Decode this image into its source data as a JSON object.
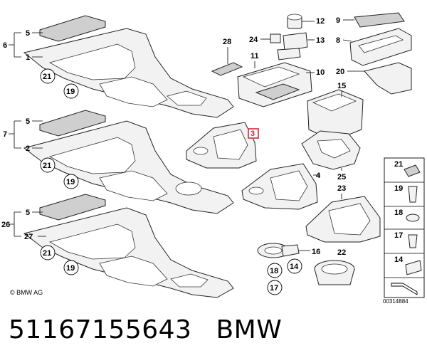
{
  "labels": {
    "l5a": "5",
    "l6": "6",
    "l1": "1",
    "l21a": "21",
    "l19a": "19",
    "l5b": "5",
    "l7": "7",
    "l2": "2",
    "l21b": "21",
    "l19b": "19",
    "l5c": "5",
    "l26": "26",
    "l27": "27",
    "l21c": "21",
    "l19c": "19",
    "l28": "28",
    "l24": "24",
    "l12": "12",
    "l13": "13",
    "l11": "11",
    "l10": "10",
    "l9": "9",
    "l8": "8",
    "l20": "20",
    "l15": "15",
    "l3": "3",
    "l4": "4",
    "l25": "25",
    "l23": "23",
    "l16": "16",
    "l18": "18",
    "l14": "14",
    "l17": "17",
    "l22": "22",
    "s21": "21",
    "s19": "19",
    "s18": "18",
    "s17": "17",
    "s14": "14"
  },
  "copyright": "© BMW AG",
  "drawing_number": "00314884",
  "footer": {
    "part_number": "51167155643",
    "brand": "BMW"
  }
}
